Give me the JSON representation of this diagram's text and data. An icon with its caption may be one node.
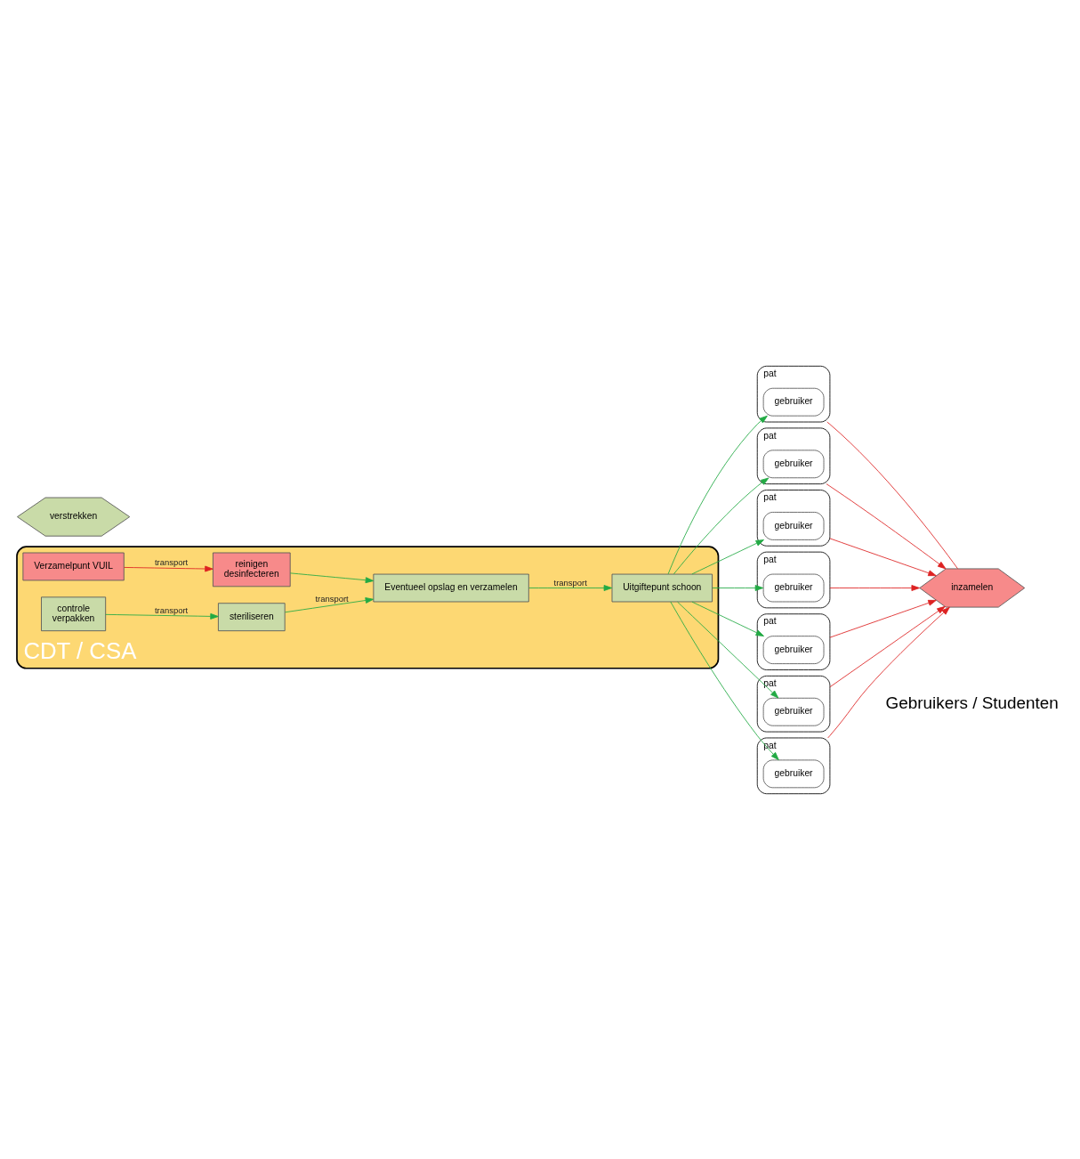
{
  "diagram": {
    "nodes": [
      {
        "text": [
          "CDT / CSA"
        ]
      },
      {
        "text": [
          "Verzamelpunt VUIL"
        ],
        "in": 0
      },
      {
        "text": [
          "reinigen",
          "desinfecteren"
        ],
        "in": 0
      },
      {
        "text": [
          "controle",
          "verpakken"
        ],
        "in": 0
      },
      {
        "text": [
          "steriliseren"
        ],
        "in": 0
      },
      {
        "text": [
          "Eventueel opslag en verzamelen"
        ],
        "in": 0
      },
      {
        "text": [
          "Uitgiftepunt schoon"
        ],
        "in": 0
      },
      {
        "text": [
          "inzamelen"
        ]
      },
      {
        "text": [
          "verstrekken"
        ]
      },
      {
        "text": [
          "pat"
        ]
      },
      {
        "text": [
          "gebruiker"
        ],
        "in": 9
      },
      {
        "text": [
          "pat"
        ]
      },
      {
        "text": [
          "gebruiker"
        ],
        "in": 11
      },
      {
        "text": [
          "pat"
        ]
      },
      {
        "text": [
          "gebruiker"
        ],
        "in": 13
      },
      {
        "text": [
          "pat"
        ]
      },
      {
        "text": [
          "gebruiker"
        ],
        "in": 15
      },
      {
        "text": [
          "pat"
        ]
      },
      {
        "text": [
          "gebruiker"
        ],
        "in": 17
      },
      {
        "text": [
          "pat"
        ]
      },
      {
        "text": [
          "gebruiker"
        ],
        "in": 19
      },
      {
        "text": [
          "pat"
        ]
      },
      {
        "text": [
          "gebruiker"
        ],
        "in": 21
      }
    ],
    "edges": [
      {
        "from": 1,
        "to": 2,
        "arrow": "to",
        "label": "transport",
        "color": "#dd2222"
      },
      {
        "from": 2,
        "to": 5,
        "arrow": "to"
      },
      {
        "from": 3,
        "to": 4,
        "arrow": "to",
        "label": "transport"
      },
      {
        "from": 4,
        "to": 5,
        "arrow": "to",
        "label": "transport"
      },
      {
        "from": 5,
        "to": 6,
        "arrow": "to",
        "label": "transport"
      },
      {
        "from": 9,
        "to": 7,
        "arrow": "none",
        "color": "#dd2222"
      },
      {
        "from": 11,
        "to": 7,
        "arrow": "to",
        "color": "#dd2222"
      },
      {
        "from": 13,
        "to": 7,
        "arrow": "to",
        "color": "#dd2222"
      },
      {
        "from": 15,
        "to": 7,
        "arrow": "to",
        "color": "#dd2222"
      },
      {
        "from": 17,
        "to": 7,
        "arrow": "to",
        "color": "#dd2222"
      },
      {
        "from": 19,
        "to": 7,
        "arrow": "to",
        "color": "#dd2222"
      },
      {
        "from": 21,
        "to": 7,
        "arrow": "to",
        "color": "#dd2222"
      },
      {
        "from": 6,
        "to": 10,
        "arrow": "to"
      },
      {
        "from": 6,
        "to": 12,
        "arrow": "to"
      },
      {
        "from": 6,
        "to": 14,
        "arrow": "to"
      },
      {
        "from": 6,
        "to": 16,
        "arrow": "to"
      },
      {
        "from": 6,
        "to": 18,
        "arrow": "to"
      },
      {
        "from": 6,
        "to": 20,
        "arrow": "to"
      },
      {
        "from": 6,
        "to": 22,
        "arrow": "to"
      }
    ],
    "labels": [
      "Gebruikers / Studenten"
    ]
  }
}
